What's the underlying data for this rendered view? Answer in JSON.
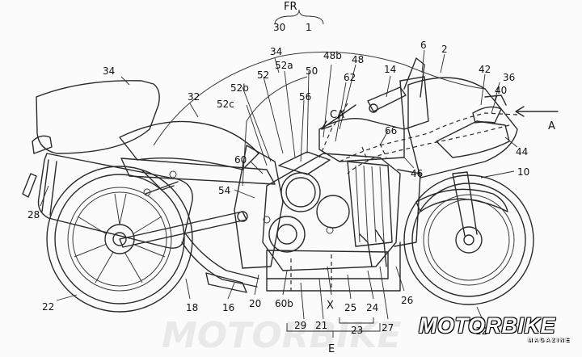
{
  "diagram": {
    "header": {
      "label": "FR",
      "left_ref": "30",
      "right_ref": "1"
    },
    "refs": {
      "r34a": "34",
      "r34b": "34",
      "r32": "32",
      "r52": "52",
      "r52a": "52a",
      "r52b": "52b",
      "r52c": "52c",
      "r50": "50",
      "r48b": "48b",
      "r48": "48",
      "r14": "14",
      "r6": "6",
      "r2": "2",
      "r42": "42",
      "r36": "36",
      "r40": "40",
      "rA": "A",
      "r62": "62",
      "r56": "56",
      "rCA": "CA",
      "r66": "66",
      "r44": "44",
      "r46": "46",
      "r10": "10",
      "r60": "60",
      "r54": "54",
      "r28": "28",
      "r22": "22",
      "r18": "18",
      "r16": "16",
      "r20": "20",
      "r60b": "60b",
      "rX": "X",
      "r25": "25",
      "r24": "24",
      "r26": "26",
      "r29": "29",
      "r21": "21",
      "r23": "23",
      "r27": "27",
      "r12": "12",
      "rE": "E"
    }
  },
  "watermark": "MOTORBIKE",
  "logo": {
    "title": "MOTORBIKE",
    "subtitle": "MAGAZINE"
  }
}
